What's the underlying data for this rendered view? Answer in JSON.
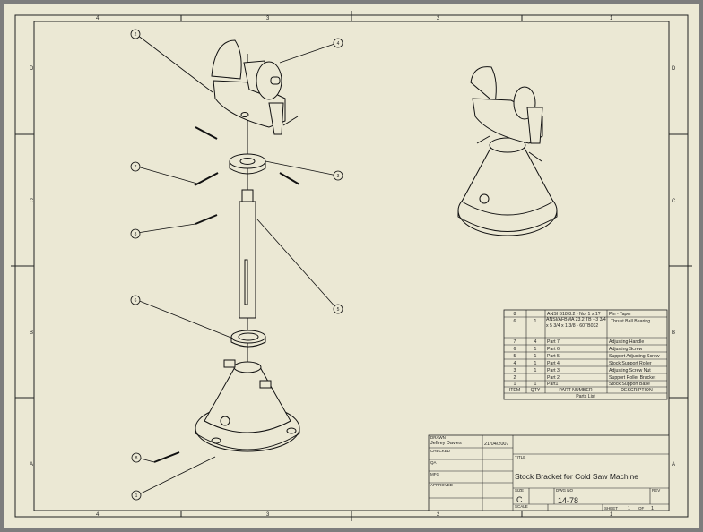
{
  "zones": {
    "top": [
      "4",
      "3",
      "2",
      "1"
    ],
    "bottom": [
      "4",
      "3",
      "2",
      "1"
    ],
    "left": [
      "D",
      "C",
      "B",
      "A"
    ],
    "right": [
      "D",
      "C",
      "B",
      "A"
    ]
  },
  "balloons": [
    "2",
    "4",
    "7",
    "3",
    "8",
    "5",
    "6",
    "8",
    "1"
  ],
  "parts_list": {
    "title": "Parts List",
    "headers": [
      "ITEM",
      "QTY",
      "PART NUMBER",
      "DESCRIPTION"
    ],
    "rows": [
      {
        "item": "8",
        "qty": "",
        "part": "ANSI B18.8.2 - No. 1 x 1?",
        "desc": "Pin - Taper"
      },
      {
        "item": "6",
        "qty": "1",
        "part": "ANSI/AFBMA 23.2 TB - 3 3/4 x 5 3/4 x 1 3/8 - 60TB032",
        "desc": "Thrust Ball Bearing"
      },
      {
        "item": "7",
        "qty": "4",
        "part": "Part 7",
        "desc": "Adjusting Handle"
      },
      {
        "item": "6",
        "qty": "1",
        "part": "Part 6",
        "desc": "Adjusting Screw"
      },
      {
        "item": "5",
        "qty": "1",
        "part": "Part 5",
        "desc": "Support Adjusting Screw"
      },
      {
        "item": "4",
        "qty": "1",
        "part": "Part 4",
        "desc": "Stock Support Roller"
      },
      {
        "item": "3",
        "qty": "1",
        "part": "Part 3",
        "desc": "Adjusting Screw Nut"
      },
      {
        "item": "2",
        "qty": "",
        "part": "Part 2",
        "desc": "Support Roller Bracket"
      },
      {
        "item": "1",
        "qty": "1",
        "part": "Part1",
        "desc": "Stock Support Base"
      }
    ]
  },
  "title_block": {
    "drawn_label": "DRAWN",
    "drawn_by": "Jeffrey Davies",
    "drawn_date": "21/04/2007",
    "checked_label": "CHECKED",
    "qa_label": "QA",
    "mfg_label": "MFG",
    "approved_label": "APPROVED",
    "title_label": "TITLE",
    "title": "Stock Bracket for Cold Saw Machine",
    "size_label": "SIZE",
    "size": "C",
    "dwg_label": "DWG NO",
    "dwg_no": "14-78",
    "rev_label": "REV",
    "scale_label": "SCALE",
    "sheet_label": "SHEET",
    "sheet": "1",
    "of_label": "OF",
    "of": "1"
  }
}
